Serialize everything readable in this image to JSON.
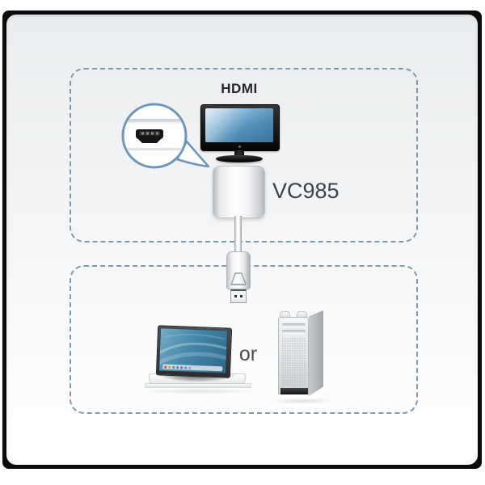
{
  "display_section": {
    "hdmi_label": "HDMI"
  },
  "adapter": {
    "model_label": "VC985"
  },
  "source_section": {
    "or_label": "or"
  },
  "icons": [
    "hdmi-monitor-icon",
    "hdmi-port-closeup-callout",
    "vc985-adapter-icon",
    "displayport-cable",
    "displayport-connector-icon",
    "laptop-icon",
    "desktop-tower-icon"
  ],
  "colors": {
    "frame_black": "#0b0b0c",
    "card_top": "#eaedef",
    "card_bottom": "#ffffff",
    "dashed_border": "#7f9aad",
    "callout_border": "#6e96bd",
    "monitor_screen_blue": "#4f8db6",
    "laptop_screen_teal": "#4487a8",
    "model_text": "#3c4350",
    "hdmi_text": "#26262c",
    "or_text": "#4b4b4d"
  }
}
